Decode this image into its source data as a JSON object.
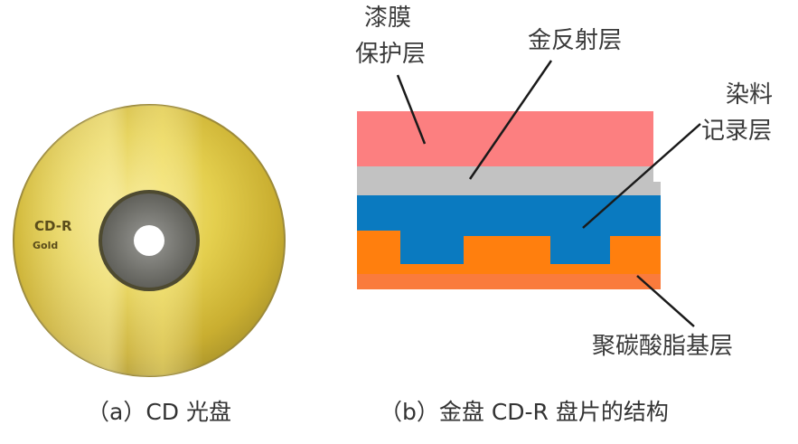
{
  "figure_a": {
    "caption": "（a）CD 光盘",
    "disc": {
      "print_line1": "CD-R",
      "print_line2": "Gold",
      "colors": {
        "gold_light": "#f0e070",
        "gold_dark": "#b8a030",
        "hub": "#6f6f6f",
        "hole": "#ffffff"
      }
    }
  },
  "figure_b": {
    "caption": "（b）金盘 CD-R 盘片的结构",
    "layers": [
      {
        "name": "lacquer-protective-layer",
        "label": "漆膜保护层",
        "label_lines": [
          "漆膜",
          "保护层"
        ],
        "color": "#fc7f80"
      },
      {
        "name": "gold-reflective-layer",
        "label": "金反射层",
        "color": "#c0c0c0"
      },
      {
        "name": "dye-recording-layer",
        "label": "染料记录层",
        "label_lines": [
          "染料",
          "记录层"
        ],
        "color": "#0a7ac0"
      },
      {
        "name": "polycarbonate-substrate",
        "label": "聚碳酸脂基层",
        "color": "#ff7f0e",
        "bottom_color": "#fa7b3c"
      }
    ]
  }
}
